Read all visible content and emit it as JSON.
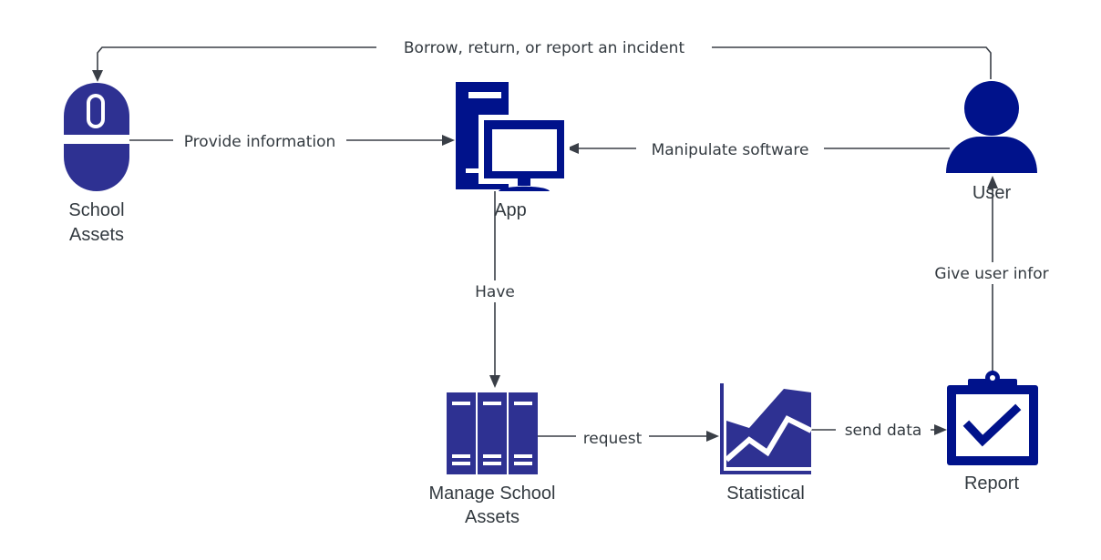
{
  "colors": {
    "icon_primary": "#00128b",
    "icon_secondary": "#2e3192",
    "connector": "#3a3f47",
    "text": "#333a40"
  },
  "nodes": {
    "school_assets": {
      "icon": "mouse-icon",
      "label_line1": "School",
      "label_line2": "Assets"
    },
    "app": {
      "icon": "computer-icon",
      "label": "App"
    },
    "user": {
      "icon": "user-icon",
      "label": "User"
    },
    "manage_assets": {
      "icon": "server-rack-icon",
      "label_line1": "Manage School",
      "label_line2": "Assets"
    },
    "statistical": {
      "icon": "area-chart-icon",
      "label": "Statistical"
    },
    "report": {
      "icon": "clipboard-check-icon",
      "label": "Report"
    }
  },
  "edges": {
    "borrow": {
      "from": "User",
      "to": "School Assets",
      "label": "Borrow, return, or report an incident"
    },
    "provide": {
      "from": "School Assets",
      "to": "App",
      "label": "Provide information"
    },
    "manipulate": {
      "from": "User",
      "to": "App",
      "label": "Manipulate software"
    },
    "have": {
      "from": "App",
      "to": "Manage School Assets",
      "label": "Have"
    },
    "request": {
      "from": "Manage School Assets",
      "to": "Statistical",
      "label": "request"
    },
    "send": {
      "from": "Statistical",
      "to": "Report",
      "label": "send data"
    },
    "give": {
      "from": "Report",
      "to": "User",
      "label": "Give user infor"
    }
  }
}
